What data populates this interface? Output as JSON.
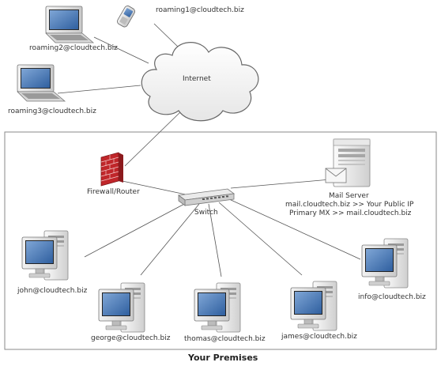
{
  "nodes": {
    "roaming1": "roaming1@cloudtech.biz",
    "roaming2": "roaming2@cloudtech.biz",
    "roaming3": "roaming3@cloudtech.biz",
    "internet": "Internet",
    "firewall": "Firewall/Router",
    "switch": "Switch",
    "mail_server_title": "Mail Server",
    "mail_server_line1": "mail.cloudtech.biz >> Your Public IP",
    "mail_server_line2": "Primary MX >> mail.cloudtech.biz",
    "john": "john@cloudtech.biz",
    "george": "george@cloudtech.biz",
    "thomas": "thomas@cloudtech.biz",
    "james": "james@cloudtech.biz",
    "info": "info@cloudtech.biz"
  },
  "premises_title": "Your Premises",
  "icons": {
    "laptop": "laptop-icon",
    "phone": "mobile-phone-icon",
    "cloud": "cloud-icon",
    "firewall": "brick-wall-firewall-icon",
    "switch": "network-switch-icon",
    "server": "server-tower-icon",
    "envelope": "envelope-icon",
    "desktop": "desktop-computer-icon"
  }
}
